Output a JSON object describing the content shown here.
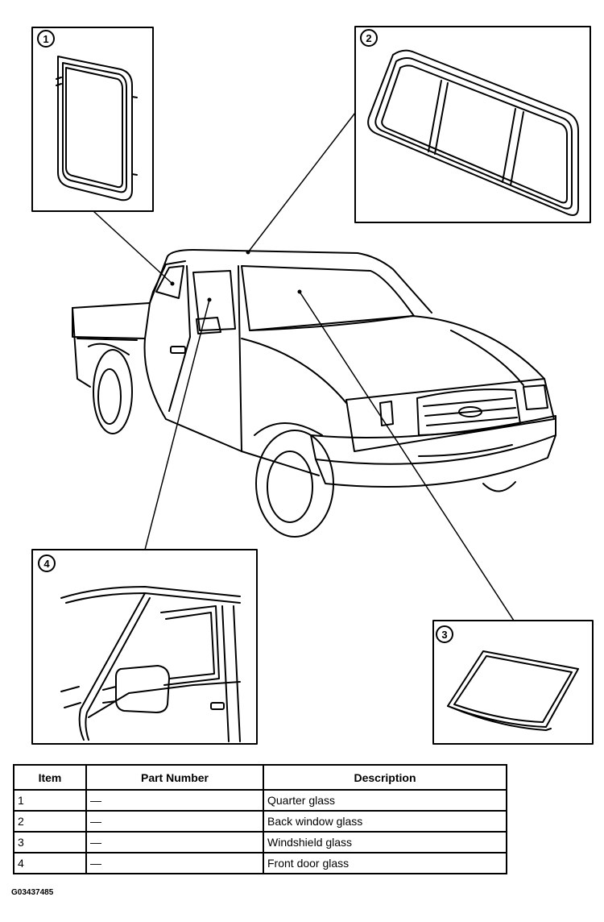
{
  "callouts": [
    {
      "number": "1",
      "part": "quarter glass"
    },
    {
      "number": "2",
      "part": "back window glass"
    },
    {
      "number": "3",
      "part": "windshield glass"
    },
    {
      "number": "4",
      "part": "front door glass"
    }
  ],
  "table": {
    "headers": [
      "Item",
      "Part Number",
      "Description"
    ],
    "rows": [
      {
        "item": "1",
        "part_number": "—",
        "description": "Quarter glass"
      },
      {
        "item": "2",
        "part_number": "—",
        "description": "Back window glass"
      },
      {
        "item": "3",
        "part_number": "—",
        "description": "Windshield glass"
      },
      {
        "item": "4",
        "part_number": "—",
        "description": "Front door glass"
      }
    ]
  },
  "figure_code": "G03437485"
}
